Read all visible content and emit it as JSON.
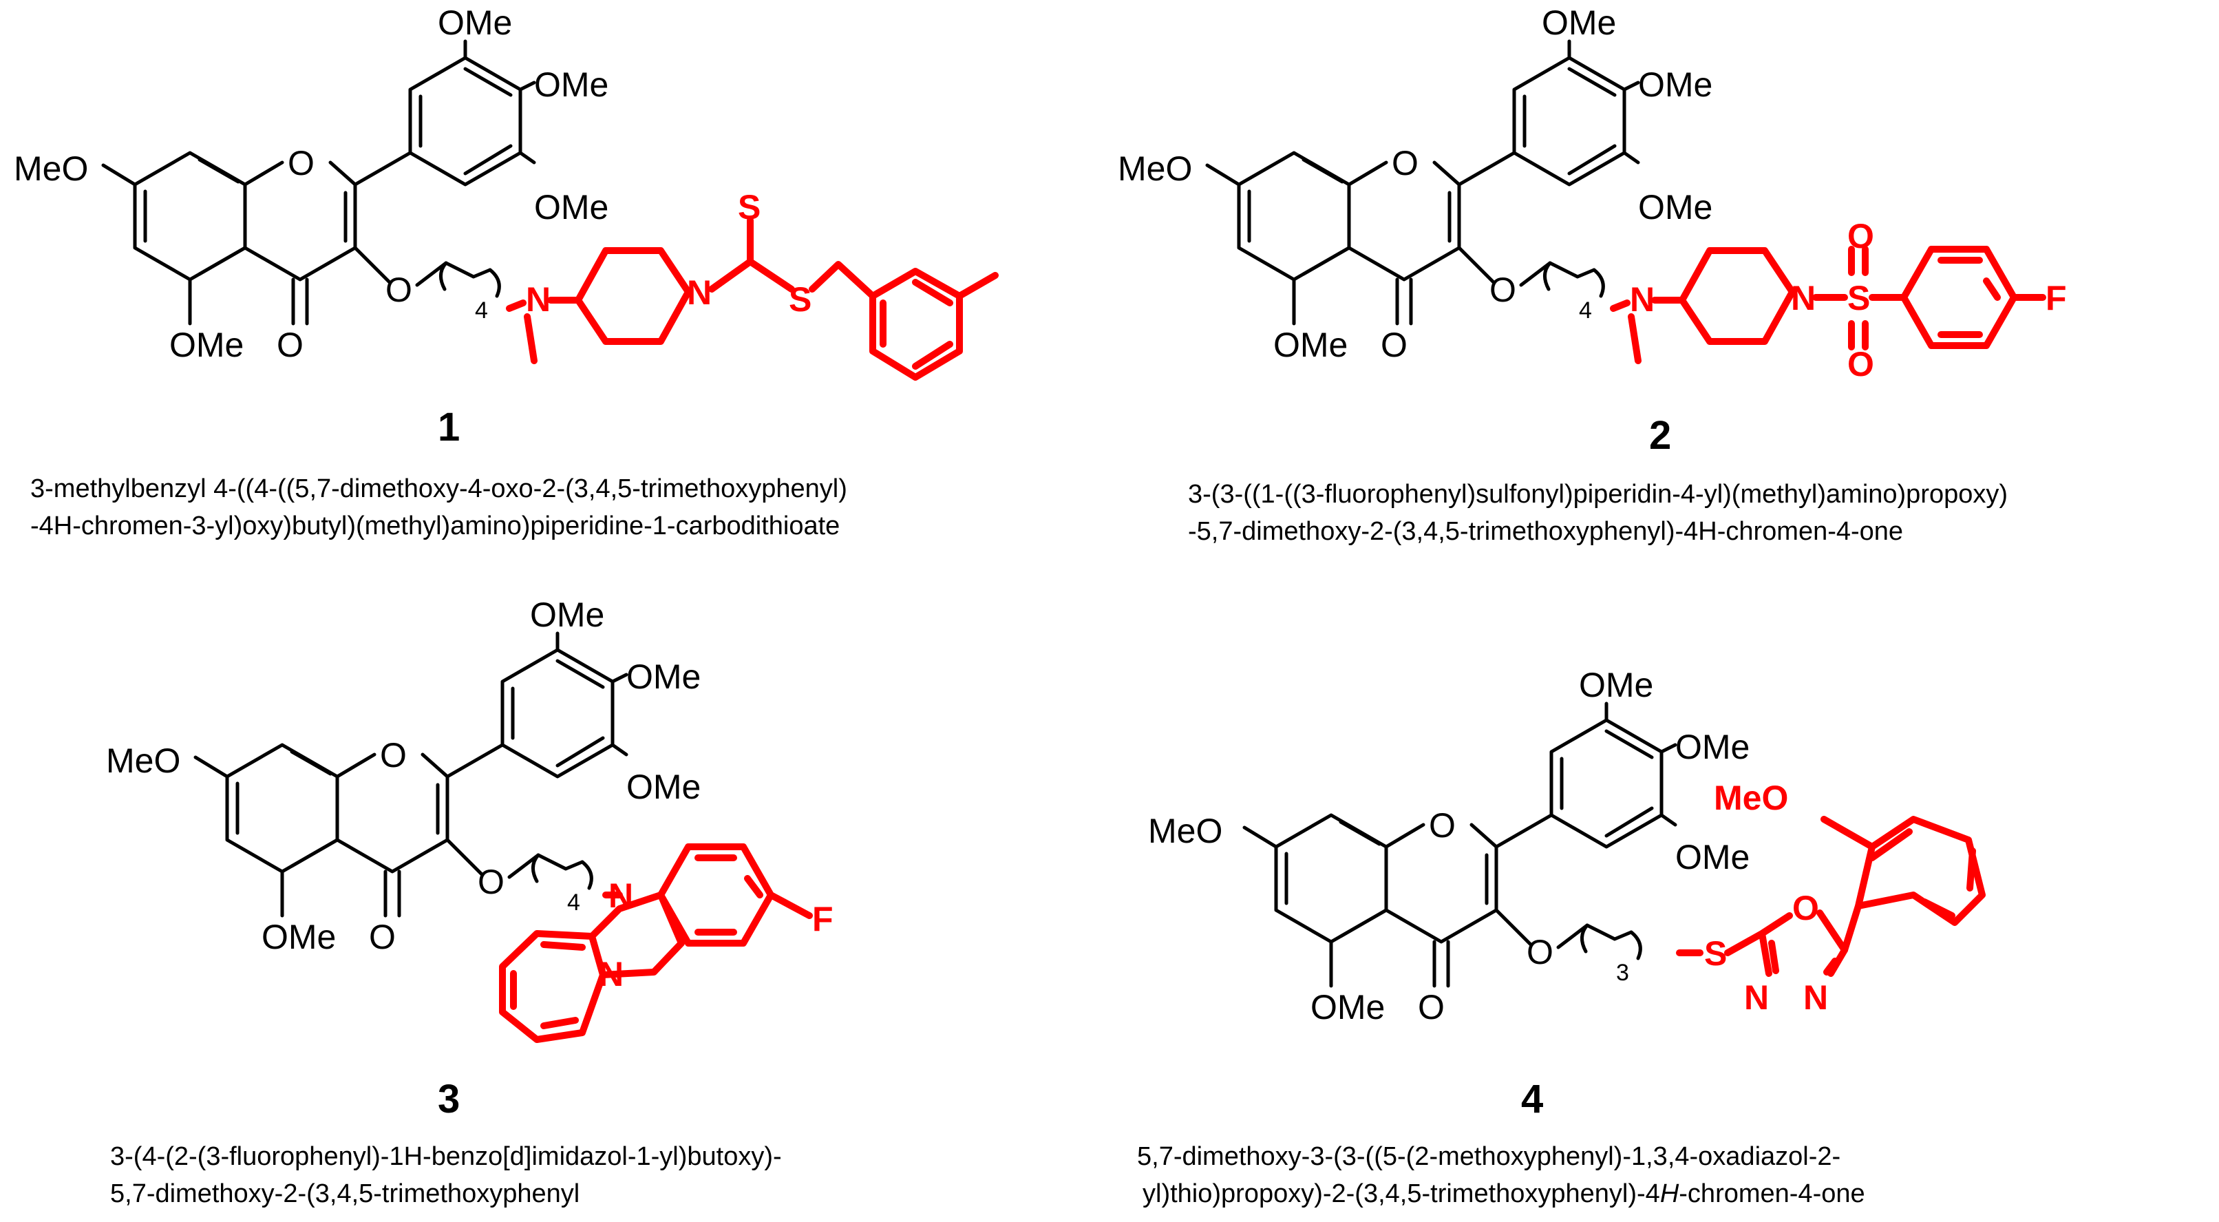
{
  "labels": {
    "ome": "OMe",
    "meo": "MeO",
    "o": "O",
    "n": "N",
    "s": "S",
    "f": "F",
    "n4": "4",
    "n3": "3",
    "meo_red": "MeO"
  },
  "compounds": [
    {
      "number": "1",
      "name_line1": "3-methylbenzyl 4-((4-((5,7-dimethoxy-4-oxo-2-(3,4,5-trimethoxyphenyl)",
      "name_line2": "-4H-chromen-3-yl)oxy)butyl)(methyl)amino)piperidine-1-carbodithioate"
    },
    {
      "number": "2",
      "name_line1": "3-(3-((1-((3-fluorophenyl)sulfonyl)piperidin-4-yl)(methyl)amino)propoxy)",
      "name_line2": "-5,7-dimethoxy-2-(3,4,5-trimethoxyphenyl)-4H-chromen-4-one"
    },
    {
      "number": "3",
      "name_line1": "3-(4-(2-(3-fluorophenyl)-1H-benzo[d]imidazol-1-yl)butoxy)-",
      "name_line2": "5,7-dimethoxy-2-(3,4,5-trimethoxyphenyl"
    },
    {
      "number": "4",
      "name_line1": "5,7-dimethoxy-3-(3-((5-(2-methoxyphenyl)-1,3,4-oxadiazol-2-",
      "name_line2_a": "yl)thio)propoxy)-2-(3,4,5-trimethoxyphenyl)-4",
      "name_line2_i": "H",
      "name_line2_b": "-chromen-4-one"
    }
  ],
  "colors": {
    "highlight": "#ff0000",
    "bond": "#000000"
  }
}
